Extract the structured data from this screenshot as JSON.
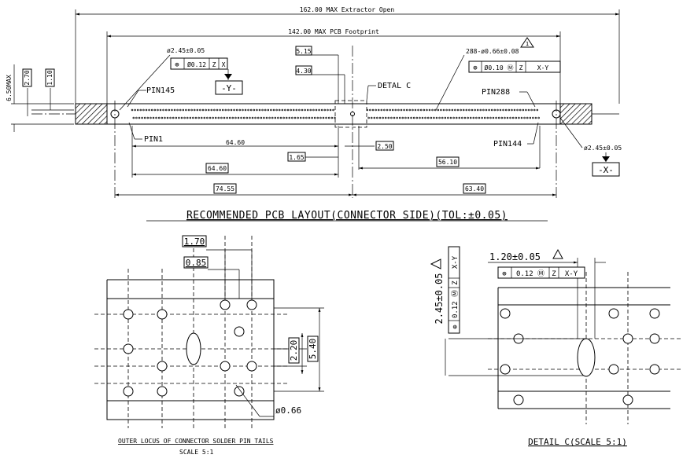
{
  "top_view": {
    "dim_extractor": "162.00 MAX Extractor Open",
    "dim_footprint": "142.00 MAX PCB Footprint",
    "height_max": "6.50MAX",
    "h_270": "2.70",
    "h_110": "1.10",
    "dia_left": "ø2.45±0.05",
    "fcf_left": [
      "⊕",
      "Ø0.12",
      "Z",
      "X"
    ],
    "datum_y": "-Y-",
    "dim_515": "5.15",
    "dim_430": "4.30",
    "detail_c": "DETAL C",
    "holes_note": "288-ø0.66±0.08",
    "fcf_right": [
      "⊕",
      "Ø0.10 Ⓜ",
      "Z",
      "X-Y"
    ],
    "pin145": "PIN145",
    "pin288": "PIN288",
    "pin1": "PIN1",
    "pin144": "PIN144",
    "dim_6460_a": "64.60",
    "dim_250": "2.50",
    "dim_165": "1.65",
    "dim_6460_b": "64.60",
    "dim_5610": "56.10",
    "dim_7455": "74.55",
    "dim_6340": "63.40",
    "dia_right": "ø2.45±0.05",
    "datum_x": "-X-",
    "caption": "RECOMMENDED PCB LAYOUT(CONNECTOR SIDE)(TOL:±0.05)"
  },
  "locus_view": {
    "dim_170": "1.70",
    "dim_085": "0.85",
    "dim_220": "2.20",
    "dim_540": "5.40",
    "dim_066": "ø0.66",
    "caption": "OUTER LOCUS OF CONNECTOR SOLDER PIN TAILS",
    "scale": "SCALE 5:1"
  },
  "detail_view": {
    "dim_245": "2.45±0.05",
    "dim_120": "1.20±0.05",
    "fcf_vertical": [
      "⊕",
      "0.12 Ⓜ",
      "Z",
      "X-Y"
    ],
    "fcf_horizontal": [
      "⊕",
      "0.12 Ⓜ",
      "Z",
      "X-Y"
    ],
    "caption": "DETAIL C(SCALE 5:1)"
  },
  "colors": {
    "ink": "#000000",
    "paper": "#ffffff",
    "hatch": "#000000"
  }
}
